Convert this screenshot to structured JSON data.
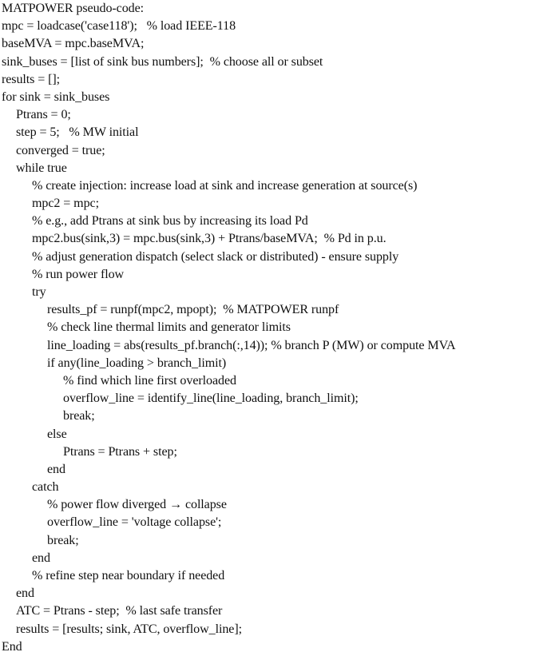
{
  "document": {
    "lines": [
      {
        "indent": 0,
        "text": "MATPOWER pseudo-code:"
      },
      {
        "indent": 0,
        "text": "mpc = loadcase('case118');   % load IEEE-118"
      },
      {
        "indent": 0,
        "text": "baseMVA = mpc.baseMVA;"
      },
      {
        "indent": 0,
        "text": "sink_buses = [list of sink bus numbers];  % choose all or subset"
      },
      {
        "indent": 0,
        "text": "results = [];"
      },
      {
        "indent": 0,
        "text": "for sink = sink_buses"
      },
      {
        "indent": 1,
        "text": "Ptrans = 0;"
      },
      {
        "indent": 1,
        "text": "step = 5;   % MW initial"
      },
      {
        "indent": 1,
        "text": "converged = true;"
      },
      {
        "indent": 1,
        "text": "while true"
      },
      {
        "indent": 2,
        "text": "% create injection: increase load at sink and increase generation at source(s)"
      },
      {
        "indent": 2,
        "text": "mpc2 = mpc;"
      },
      {
        "indent": 2,
        "text": "% e.g., add Ptrans at sink bus by increasing its load Pd"
      },
      {
        "indent": 2,
        "text": "mpc2.bus(sink,3) = mpc.bus(sink,3) + Ptrans/baseMVA;  % Pd in p.u."
      },
      {
        "indent": 2,
        "text": "% adjust generation dispatch (select slack or distributed) - ensure supply"
      },
      {
        "indent": 2,
        "text": "% run power flow"
      },
      {
        "indent": 2,
        "text": "try"
      },
      {
        "indent": 3,
        "text": "results_pf = runpf(mpc2, mpopt);  % MATPOWER runpf"
      },
      {
        "indent": 3,
        "text": "% check line thermal limits and generator limits"
      },
      {
        "indent": 3,
        "text": "line_loading = abs(results_pf.branch(:,14)); % branch P (MW) or compute MVA"
      },
      {
        "indent": 3,
        "text": "if any(line_loading > branch_limit)"
      },
      {
        "indent": 4,
        "text": "% find which line first overloaded"
      },
      {
        "indent": 4,
        "text": "overflow_line = identify_line(line_loading, branch_limit);"
      },
      {
        "indent": 4,
        "text": "break;"
      },
      {
        "indent": 3,
        "text": "else"
      },
      {
        "indent": 4,
        "text": "Ptrans = Ptrans + step;"
      },
      {
        "indent": 3,
        "text": "end"
      },
      {
        "indent": 2,
        "text": "catch"
      },
      {
        "indent": 3,
        "text": "% power flow diverged → collapse"
      },
      {
        "indent": 3,
        "text": "overflow_line = 'voltage collapse';"
      },
      {
        "indent": 3,
        "text": "break;"
      },
      {
        "indent": 2,
        "text": "end"
      },
      {
        "indent": 2,
        "text": "% refine step near boundary if needed"
      },
      {
        "indent": 1,
        "text": "end"
      },
      {
        "indent": 1,
        "text": "ATC = Ptrans - step;  % last safe transfer"
      },
      {
        "indent": 1,
        "text": "results = [results; sink, ATC, overflow_line];"
      },
      {
        "indent": 0,
        "text": "End"
      }
    ]
  }
}
